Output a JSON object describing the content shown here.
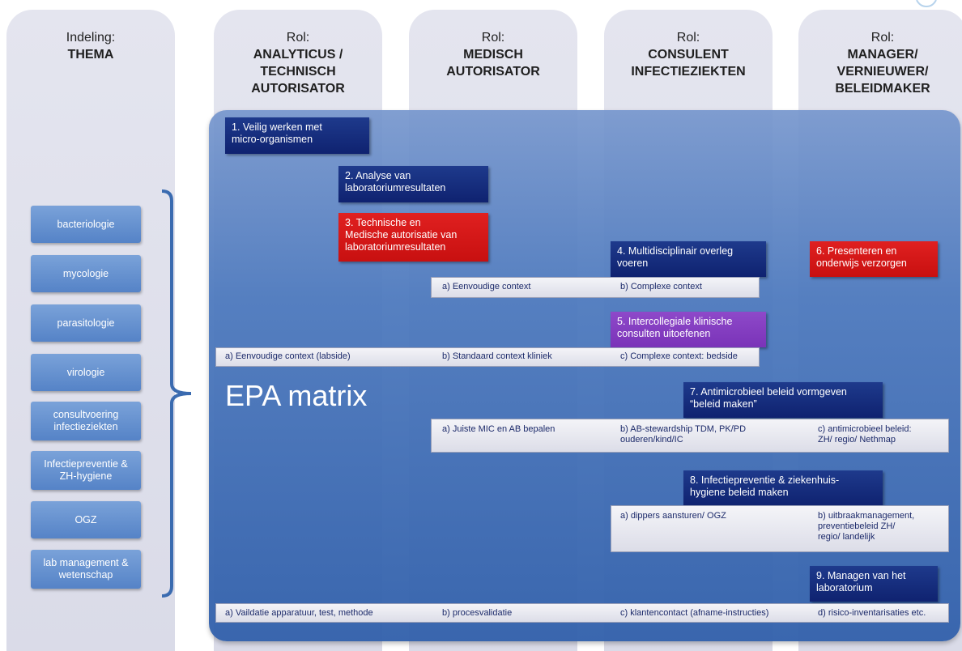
{
  "columns": [
    {
      "role": "Indeling:",
      "name": "THEMA"
    },
    {
      "role": "Rol:",
      "name": "ANALYTICUS /\nTECHNISCH\nAUTORISATOR"
    },
    {
      "role": "Rol:",
      "name": "MEDISCH\nAUTORISATOR"
    },
    {
      "role": "Rol:",
      "name": "CONSULENT\nINFECTIEZIEKTEN"
    },
    {
      "role": "Rol:",
      "name": "MANAGER/\nVERNIEUWER/\nBELEIDMAKER"
    }
  ],
  "themes": [
    "bacteriologie",
    "mycologie",
    "parasitologie",
    "virologie",
    "consultvoering\ninfectieziekten",
    "Infectiepreventie &\nZH-hygiene",
    "OGZ",
    "lab management &\nwetenschap"
  ],
  "matrix_title": "EPA matrix",
  "epas": [
    {
      "label": "1. Veilig werken met\nmicro-organismen",
      "color": "#1a3280"
    },
    {
      "label": "2. Analyse van\nlaboratoriumresultaten",
      "color": "#1a3280"
    },
    {
      "label": "3. Technische en\nMedische autorisatie van\nlaboratoriumresultaten",
      "color": "#d81818"
    },
    {
      "label": "4. Multidisciplinair overleg\nvoeren",
      "color": "#1a3280"
    },
    {
      "label": "5. Intercollegiale klinische\nconsulten uitoefenen",
      "color": "#8440c0"
    },
    {
      "label": "6. Presenteren en\nonderwijs verzorgen",
      "color": "#d81818"
    },
    {
      "label": "7. Antimicrobieel beleid vormgeven\n“beleid maken”",
      "color": "#1a3280"
    },
    {
      "label": "8. Infectiepreventie & ziekenhuis-\nhygiene beleid maken",
      "color": "#1a3280"
    },
    {
      "label": "9. Managen van het\nlaboratorium",
      "color": "#1a3280"
    }
  ],
  "levels": {
    "epa4": [
      "a) Eenvoudige context",
      "b) Complexe context"
    ],
    "epa5": [
      "a) Eenvoudige context (labside)",
      "b) Standaard context kliniek",
      "c) Complexe context: bedside"
    ],
    "epa7": [
      "a) Juiste MIC en AB bepalen",
      "b) AB-stewardship  TDM, PK/PD\nouderen/kind/IC",
      "c) antimicrobieel beleid:\n ZH/ regio/ Nethmap"
    ],
    "epa8": [
      "a) dippers aansturen/ OGZ",
      "b) uitbraakmanagement,\npreventiebeleid ZH/\nregio/ landelijk"
    ],
    "epa9": [
      "a) Vaildatie apparatuur, test, methode",
      "b) procesvalidatie",
      "c) klantencontact (afname-instructies)",
      "d) risico-inventarisaties etc."
    ]
  }
}
